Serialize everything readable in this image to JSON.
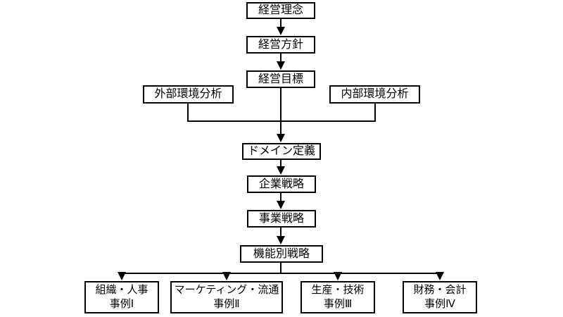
{
  "diagram": {
    "type": "flowchart",
    "background_color": "#ffffff",
    "line_color": "#000000",
    "text_color": "#000000",
    "nodes": {
      "management_philosophy": {
        "label": "経営理念"
      },
      "management_policy": {
        "label": "経営方針"
      },
      "management_goal": {
        "label": "経営目標"
      },
      "external_analysis": {
        "label": "外部環境分析"
      },
      "internal_analysis": {
        "label": "内部環境分析"
      },
      "domain_definition": {
        "label": "ドメイン定義"
      },
      "corporate_strategy": {
        "label": "企業戦略"
      },
      "business_strategy": {
        "label": "事業戦略"
      },
      "functional_strategy": {
        "label": "機能別戦略"
      },
      "case_org_hr": {
        "line1": "組織・人事",
        "line2": "事例Ⅰ"
      },
      "case_marketing": {
        "line1": "マーケティング・流通",
        "line2": "事例Ⅱ"
      },
      "case_production": {
        "line1": "生産・技術",
        "line2": "事例Ⅲ"
      },
      "case_finance": {
        "line1": "財務・会計",
        "line2": "事例Ⅳ"
      }
    },
    "edges": [
      {
        "from": "management_philosophy",
        "to": "management_policy"
      },
      {
        "from": "management_policy",
        "to": "management_goal"
      },
      {
        "from": "management_goal",
        "to": "domain_definition"
      },
      {
        "from": "external_analysis",
        "to": "domain_definition"
      },
      {
        "from": "internal_analysis",
        "to": "domain_definition"
      },
      {
        "from": "domain_definition",
        "to": "corporate_strategy"
      },
      {
        "from": "corporate_strategy",
        "to": "business_strategy"
      },
      {
        "from": "business_strategy",
        "to": "functional_strategy"
      },
      {
        "from": "functional_strategy",
        "to": "case_org_hr"
      },
      {
        "from": "functional_strategy",
        "to": "case_marketing"
      },
      {
        "from": "functional_strategy",
        "to": "case_production"
      },
      {
        "from": "functional_strategy",
        "to": "case_finance"
      }
    ]
  }
}
